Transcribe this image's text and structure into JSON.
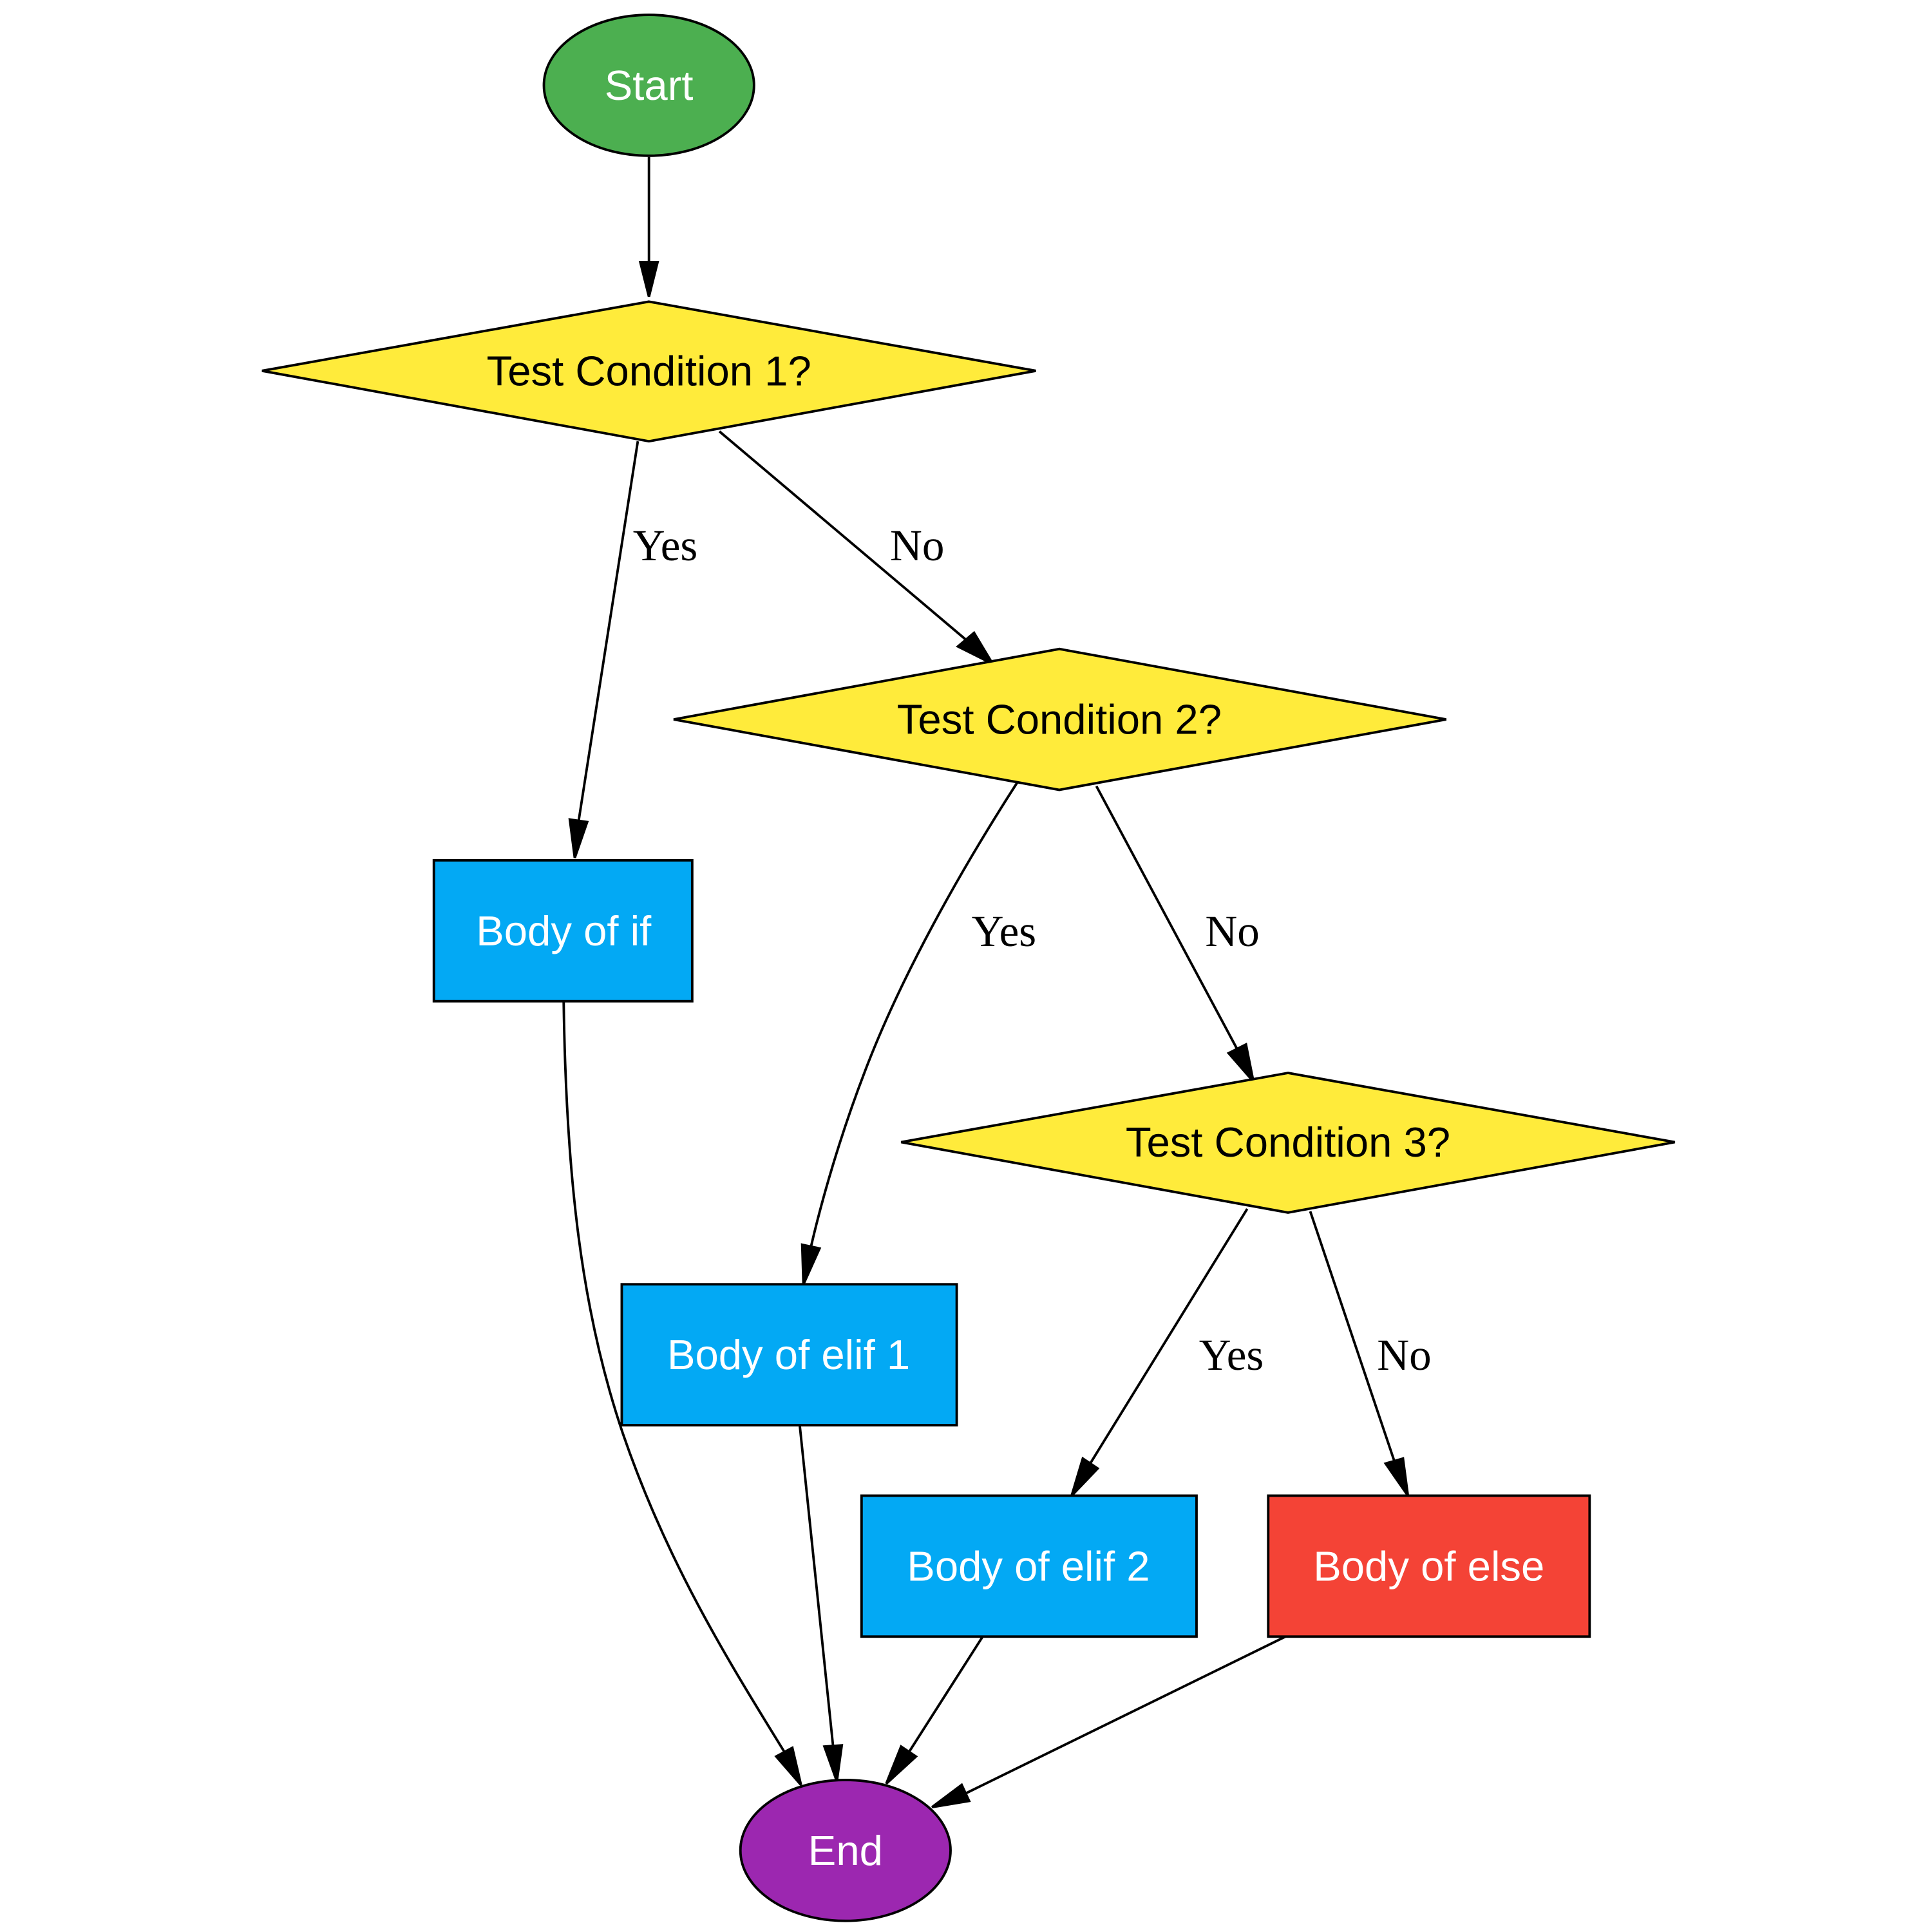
{
  "diagram": {
    "type": "flowchart",
    "title": "",
    "colors": {
      "start": "#4CAF50",
      "decision": "#FFEB3B",
      "process": "#03A9F4",
      "else": "#F44336",
      "end": "#9C27B0",
      "text_light": "#FFFFFF",
      "text_dark": "#000000",
      "stroke": "#000000"
    },
    "nodes": {
      "start": {
        "label": "Start",
        "shape": "ellipse"
      },
      "cond1": {
        "label": "Test Condition 1?",
        "shape": "diamond"
      },
      "cond2": {
        "label": "Test Condition 2?",
        "shape": "diamond"
      },
      "cond3": {
        "label": "Test Condition 3?",
        "shape": "diamond"
      },
      "body_if": {
        "label": "Body of if",
        "shape": "box"
      },
      "body_elif1": {
        "label": "Body of elif 1",
        "shape": "box"
      },
      "body_elif2": {
        "label": "Body of elif 2",
        "shape": "box"
      },
      "body_else": {
        "label": "Body of else",
        "shape": "box"
      },
      "end": {
        "label": "End",
        "shape": "ellipse"
      }
    },
    "edges": [
      {
        "from": "start",
        "to": "cond1",
        "label": ""
      },
      {
        "from": "cond1",
        "to": "body_if",
        "label": "Yes"
      },
      {
        "from": "cond1",
        "to": "cond2",
        "label": "No"
      },
      {
        "from": "cond2",
        "to": "body_elif1",
        "label": "Yes"
      },
      {
        "from": "cond2",
        "to": "cond3",
        "label": "No"
      },
      {
        "from": "cond3",
        "to": "body_elif2",
        "label": "Yes"
      },
      {
        "from": "cond3",
        "to": "body_else",
        "label": "No"
      },
      {
        "from": "body_if",
        "to": "end",
        "label": ""
      },
      {
        "from": "body_elif1",
        "to": "end",
        "label": ""
      },
      {
        "from": "body_elif2",
        "to": "end",
        "label": ""
      },
      {
        "from": "body_else",
        "to": "end",
        "label": ""
      }
    ]
  }
}
